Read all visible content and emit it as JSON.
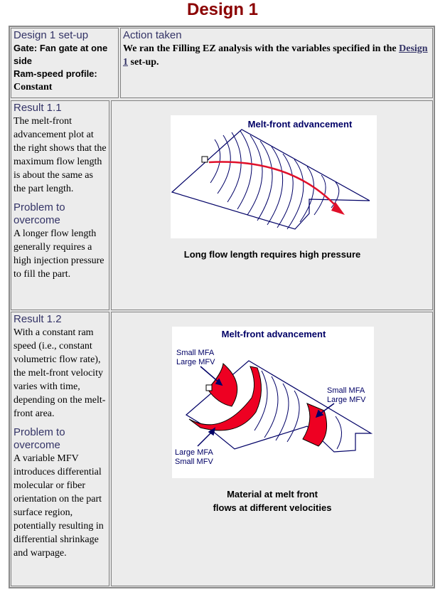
{
  "page": {
    "title": "Design 1"
  },
  "setup": {
    "heading": "Design 1 set-up",
    "gate_label": "Gate: Fan gate at one side",
    "ram_label": "Ram-speed profile:",
    "ram_value": "Constant"
  },
  "action": {
    "heading": "Action taken",
    "text_before": "We ran the Filling EZ analysis with the variables specified in the",
    "link": "Design 1",
    "text_after": "set-up."
  },
  "result1": {
    "heading": "Result 1.1",
    "text": "The melt-front advancement plot at the right shows that the maximum flow length is about the same as the part length.",
    "problem_heading": "Problem to overcome",
    "problem_text": "A longer flow length generally requires a high injection pressure to fill the part.",
    "figure_title": "Melt-front advancement",
    "caption": "Long flow length requires high pressure"
  },
  "result2": {
    "heading": "Result 1.2",
    "text": "With a constant ram speed (i.e., constant volumetric flow rate), the melt-front velocity varies with time, depending on the melt-front area.",
    "problem_heading": "Problem to overcome",
    "problem_text": "A variable MFV introduces differential molecular or fiber orientation on the part surface region, potentially resulting in differential shrinkage and warpage.",
    "figure_title": "Melt-front advancement",
    "label_a1": "Small MFA",
    "label_a2": "Large MFV",
    "label_b1": "Small MFA",
    "label_b2": "Large MFV",
    "label_c1": "Large MFA",
    "label_c2": "Small MFV",
    "caption_line1": "Material at melt front",
    "caption_line2": "flows at different velocities"
  }
}
